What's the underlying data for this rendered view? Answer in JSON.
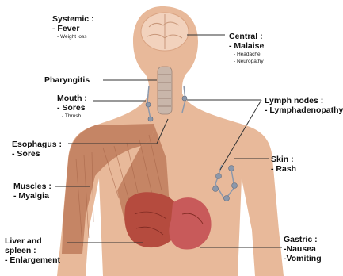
{
  "colors": {
    "skin": "#e8b99a",
    "skin_shadow": "#d9a382",
    "muscle": "#c58565",
    "muscle_line": "#a76549",
    "liver": "#b54b3e",
    "stomach": "#c85a5a",
    "lymph": "#8c98ab",
    "leader": "#333333",
    "text": "#111111"
  },
  "labels": {
    "systemic": {
      "title": "Systemic :",
      "main": "- Fever",
      "minor": "- Weight loss"
    },
    "central": {
      "title": "Central :",
      "main": "- Malaise",
      "minor1": "- Headache",
      "minor2": "- Neuropathy"
    },
    "pharyngitis": {
      "title": "Pharyngitis"
    },
    "mouth": {
      "title": "Mouth :",
      "main": "- Sores",
      "minor": "- Thrush"
    },
    "lymph": {
      "title": "Lymph nodes :",
      "main": "- Lymphadenopathy"
    },
    "esophagus": {
      "title": "Esophagus :",
      "main": "- Sores"
    },
    "skin": {
      "title": "Skin :",
      "main": "- Rash"
    },
    "muscles": {
      "title": "Muscles :",
      "main": "- Myalgia"
    },
    "liver": {
      "title": "Liver and",
      "title2": "spleen :",
      "main": "- Enlargement"
    },
    "gastric": {
      "title": "Gastric :",
      "main": "-Nausea",
      "main2": "-Vomiting"
    }
  }
}
